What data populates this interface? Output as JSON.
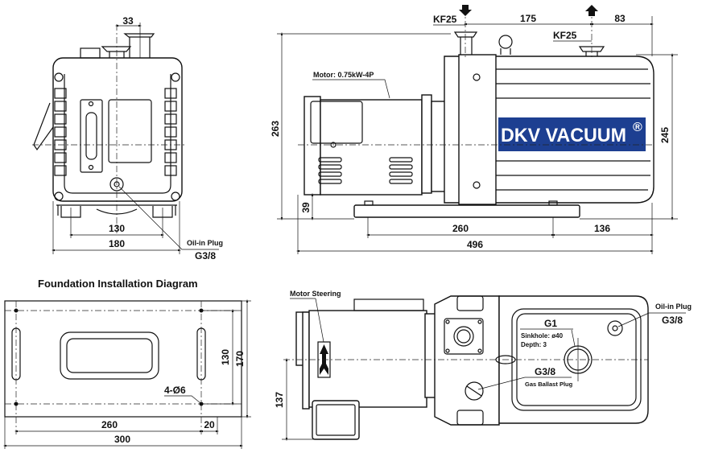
{
  "front_view": {
    "dim_outlet_offset": "33",
    "dim_feet_spacing": "130",
    "dim_width": "180",
    "oil_plug_label": "Oil-in Plug",
    "oil_plug_thread": "G3/8"
  },
  "side_view": {
    "inlet_label": "KF25",
    "outlet_label": "KF25",
    "dim_port_spacing": "175",
    "dim_outlet_to_end": "83",
    "motor_label": "Motor: 0.75kW-4P",
    "brand": "DKV VACUUM",
    "brand_mark": "®",
    "brand_color": "#1d3f91",
    "dim_total_height": "263",
    "dim_base_height": "39",
    "dim_body_height": "245",
    "dim_feet_spacing": "260",
    "dim_rear_overhang": "136",
    "dim_total_length": "496"
  },
  "foundation": {
    "title": "Foundation Installation Diagram",
    "dim_hole_spacing_y": "130",
    "dim_plate_depth": "170",
    "holes_label": "4-Ø6",
    "dim_hole_spacing_x": "260",
    "dim_edge": "20",
    "dim_plate_length": "300"
  },
  "top_view": {
    "motor_steering_label": "Motor Steering",
    "inlet_thread": "G1",
    "sinkhole_label": "Sinkhole: ø40",
    "depth_label": "Depth: 3",
    "gas_ballast_thread": "G3/8",
    "gas_ballast_label": "Gas Ballast Plug",
    "oil_plug_label": "Oil-in Plug",
    "oil_plug_thread": "G3/8",
    "dim_centerline_height": "137"
  }
}
